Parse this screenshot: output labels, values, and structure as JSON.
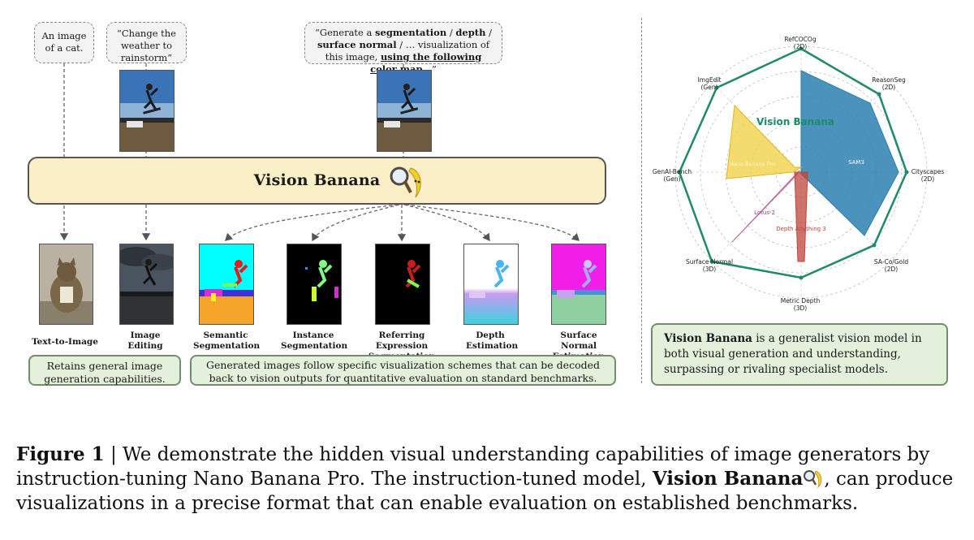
{
  "prompts": {
    "cat": "An image of a cat.",
    "weather": "“Change the weather to rainstorm”",
    "seg_1": "“Generate a ",
    "seg_bold1": "segmentation",
    "seg_2": " / ",
    "seg_bold2": "depth",
    "seg_3": " / ",
    "seg_bold3": "surface normal",
    "seg_4": " / … visualization of this image, ",
    "seg_bold4": "using the following color map",
    "seg_5": "…”"
  },
  "model_name": "Vision Banana",
  "outputs": [
    {
      "label": "Text-to-Image"
    },
    {
      "label": "Image Editing"
    },
    {
      "label": "Semantic Segmentation"
    },
    {
      "label": "Instance Segmentation"
    },
    {
      "label": "Referring Expression Segmentation"
    },
    {
      "label": "Depth Estimation"
    },
    {
      "label": "Surface Normal Estimation"
    }
  ],
  "notes": {
    "generation": "Retains general image generation capabilities.",
    "decoding": "Generated images follow specific visualization schemes that can be decoded back to vision outputs for quantitative evaluation on standard benchmarks.",
    "summary_bold": "Vision Banana",
    "summary_rest": " is a generalist vision model in both visual generation and understanding, surpassing or rivaling specialist models."
  },
  "radar": {
    "axes": [
      {
        "name": "RefCOCOg",
        "dim": "(2D)"
      },
      {
        "name": "ReasonSeg",
        "dim": "(2D)"
      },
      {
        "name": "Cityscapes",
        "dim": "(2D)"
      },
      {
        "name": "SA-Co/Gold",
        "dim": "(2D)"
      },
      {
        "name": "Metric Depth",
        "dim": "(3D)"
      },
      {
        "name": "Surface Normal",
        "dim": "(3D)"
      },
      {
        "name": "GenAI-Bench",
        "dim": "(Gen)"
      },
      {
        "name": "ImgEdit",
        "dim": "(Gen)"
      }
    ],
    "series_labels": {
      "vision_banana": "Vision Banana",
      "nano_banana_pro": "Nano Banana Pro",
      "sam3": "SAM3",
      "lotus2": "Lotus-2",
      "depth_anything": "Depth Anything 3"
    },
    "colors": {
      "vision_banana": "#1f8a6a",
      "nano_banana_pro": "#f0d24a",
      "sam3": "#2b7fb0",
      "lotus2": "#c06aa0",
      "depth_anything": "#c0443a"
    }
  },
  "caption": {
    "fig": "Figure 1",
    "sep": " | ",
    "text1": "We demonstrate the hidden visual understanding capabilities of image generators by instruction-tuning Nano Banana Pro. The instruction-tuned model, ",
    "bold": "Vision Banana",
    "text2": ", can produce visualizations in a precise format that can enable evaluation on established benchmarks."
  }
}
